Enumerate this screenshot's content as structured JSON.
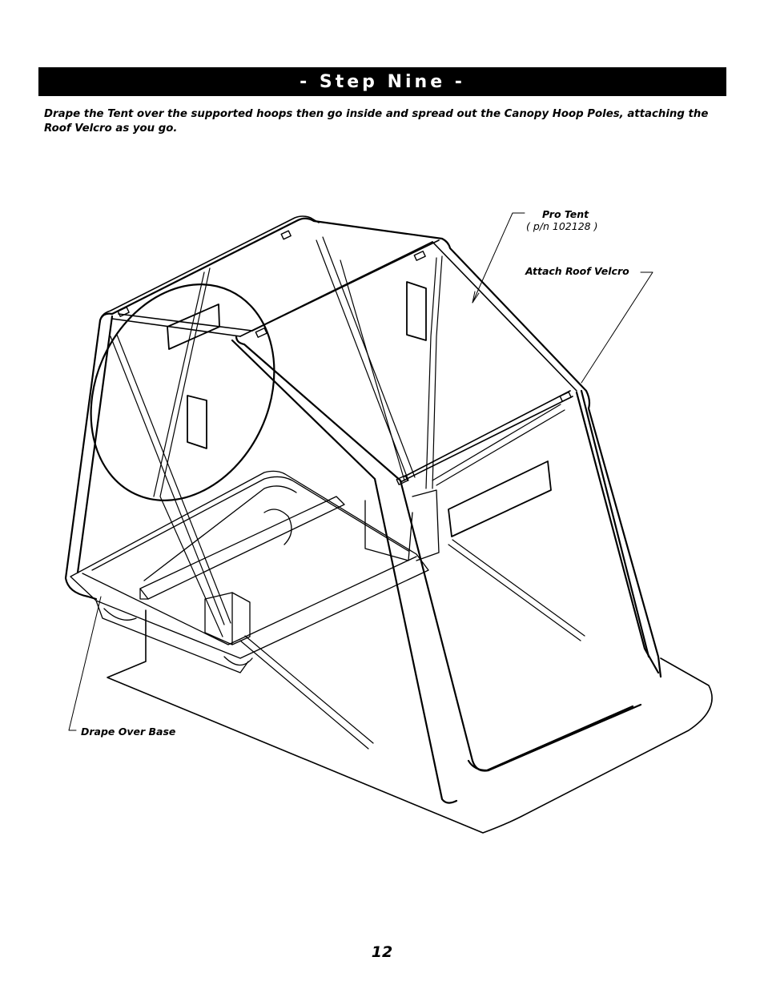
{
  "step": {
    "title": "- Step Nine -"
  },
  "instructions": "Drape the Tent over the supported hoops then go inside and spread out the Canopy Hoop Poles, attaching the Roof Velcro as you go.",
  "callouts": {
    "pro_tent_name": "Pro Tent",
    "pro_tent_part_number": "( p/n 102128 )",
    "attach_roof_velcro": "Attach Roof Velcro",
    "drape_over_base": "Drape Over Base"
  },
  "page_number": "12"
}
